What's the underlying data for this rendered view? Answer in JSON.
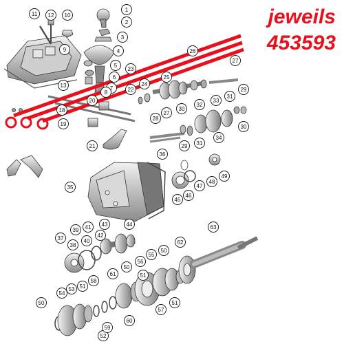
{
  "watermark": {
    "user": "jeweils",
    "id": "453593"
  },
  "colors": {
    "accent": "#e8101c",
    "ink": "#111111",
    "part": "#d9d9d9",
    "partDark": "#8a8a8a"
  },
  "callouts": {
    "c1": "1",
    "c2": "2",
    "c3": "3",
    "c4": "4",
    "c5": "5",
    "c6": "6",
    "c7": "7",
    "c8": "8",
    "c9": "9",
    "c10": "10",
    "c11": "11",
    "c12": "12",
    "c13": "13",
    "c18": "18",
    "c19": "19",
    "c20": "20",
    "c21": "21",
    "c22": "22",
    "c23": "23",
    "c24": "24",
    "c25": "25",
    "c26": "26",
    "c27a": "27",
    "c27b": "27",
    "c28": "28",
    "c29a": "29",
    "c29b": "29",
    "c30a": "30",
    "c30b": "30",
    "c31a": "31",
    "c31b": "31",
    "c32": "32",
    "c33": "33",
    "c34": "34",
    "c35": "35",
    "c36": "36",
    "c37": "37",
    "c38": "38",
    "c39": "39",
    "c40": "40",
    "c41": "41",
    "c42": "42",
    "c43": "43",
    "c44": "44",
    "c45": "45",
    "c46": "46",
    "c47": "47",
    "c48": "48",
    "c49": "49",
    "c50a": "50",
    "c50b": "50",
    "c50c": "50",
    "c51a": "51",
    "c51b": "51",
    "c51c": "51",
    "c52": "52",
    "c53": "53",
    "c54": "54",
    "c55": "55",
    "c56": "56",
    "c57": "57",
    "c58": "58",
    "c59": "59",
    "c60": "60",
    "c61": "61",
    "c62": "62",
    "c63": "63"
  }
}
